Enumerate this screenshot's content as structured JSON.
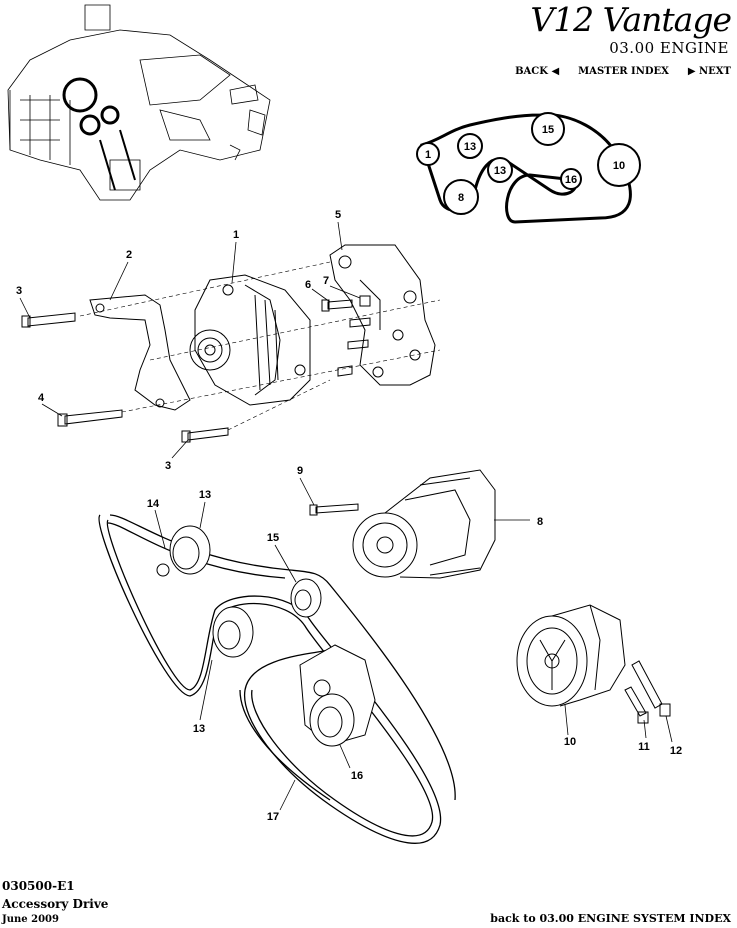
{
  "header": {
    "logo_text": "V12 Vantage",
    "section_title": "03.00 ENGINE",
    "nav": {
      "back": "BACK",
      "master_index": "MASTER INDEX",
      "next": "NEXT"
    }
  },
  "routing_diagram": {
    "labels": [
      "1",
      "13",
      "15",
      "13",
      "16",
      "10",
      "8"
    ]
  },
  "callouts": {
    "c1": "1",
    "c2": "2",
    "c3a": "3",
    "c3b": "3",
    "c4": "4",
    "c5": "5",
    "c6": "6",
    "c7": "7",
    "c8": "8",
    "c9": "9",
    "c10": "10",
    "c11": "11",
    "c12": "12",
    "c13a": "13",
    "c13b": "13",
    "c14": "14",
    "c15": "15",
    "c16": "16",
    "c17": "17"
  },
  "footer": {
    "code": "030500-E1",
    "name": "Accessory Drive",
    "date": "June 2009",
    "back_link": "back to 03.00 ENGINE SYSTEM INDEX"
  },
  "colors": {
    "ink": "#000000",
    "paper": "#ffffff"
  }
}
